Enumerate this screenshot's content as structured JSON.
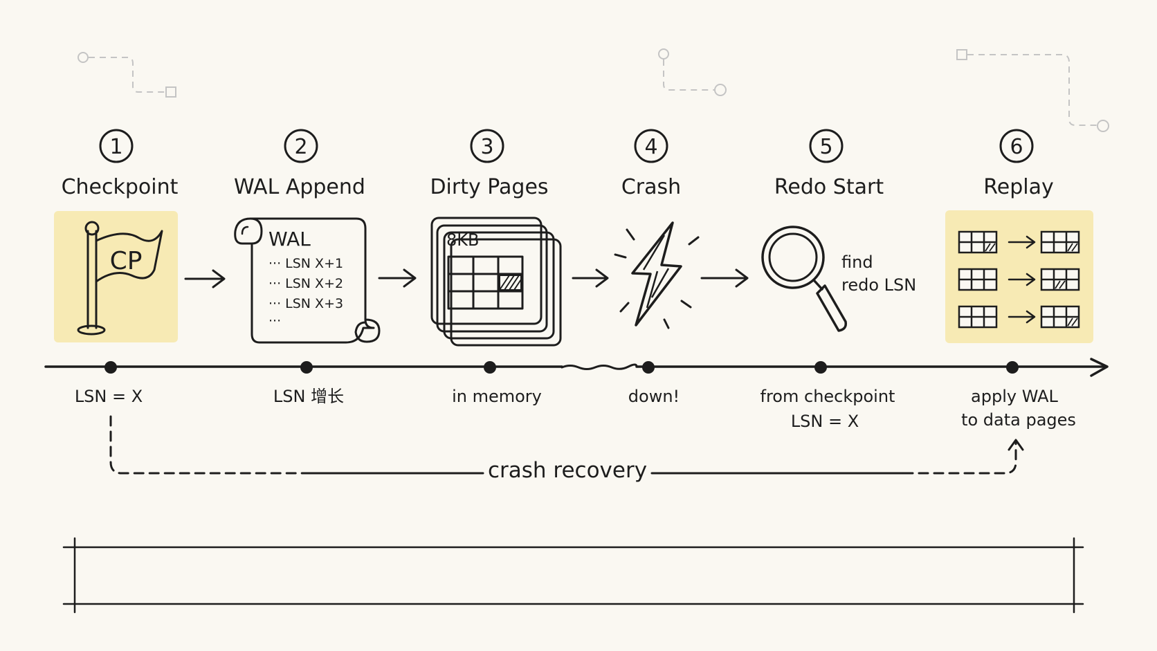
{
  "steps": [
    {
      "number": "1",
      "title": "Checkpoint",
      "caption": [
        "LSN = X"
      ]
    },
    {
      "number": "2",
      "title": "WAL Append",
      "caption": [
        "LSN 增长"
      ]
    },
    {
      "number": "3",
      "title": "Dirty Pages",
      "caption": [
        "in memory"
      ]
    },
    {
      "number": "4",
      "title": "Crash",
      "caption": [
        "down!"
      ]
    },
    {
      "number": "5",
      "title": "Redo Start",
      "caption": [
        "from checkpoint",
        "LSN = X"
      ]
    },
    {
      "number": "6",
      "title": "Replay",
      "caption": [
        "apply WAL",
        "to data pages"
      ]
    }
  ],
  "checkpoint_flag": {
    "label": "CP"
  },
  "wal_scroll": {
    "title": "WAL",
    "lines": [
      "··· LSN  X+1",
      "··· LSN  X+2",
      "··· LSN  X+3",
      "···"
    ]
  },
  "dirty_page": {
    "size_label": "8KB"
  },
  "redo_note": {
    "lines": [
      "find",
      "redo LSN"
    ]
  },
  "recovery": {
    "label": "crash recovery"
  },
  "colors": {
    "ink": "#1d1d1d",
    "highlight": "#f7eab4",
    "background": "#faf8f2",
    "faint": "#c4c4c4"
  }
}
